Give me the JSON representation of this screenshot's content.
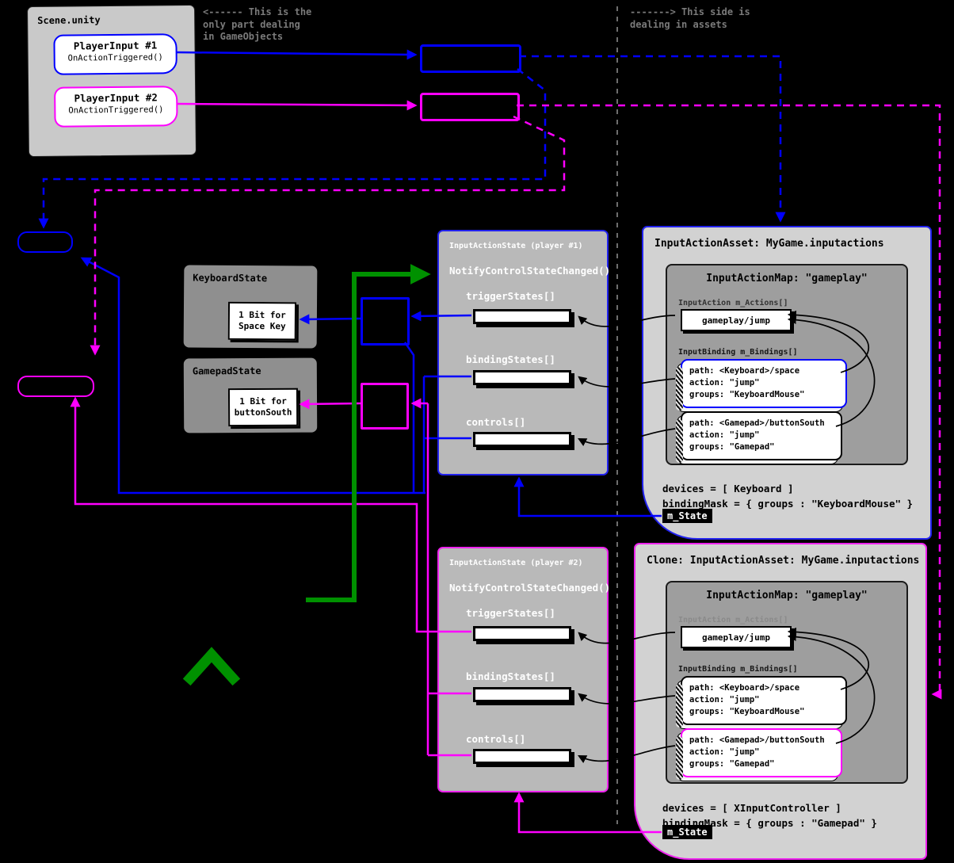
{
  "colors": {
    "player1_blue": "#0000ff",
    "player2_magenta": "#ff00ff",
    "callback_green": "#009100",
    "panel_gray": "#c9c9c9",
    "divider_gray": "#707070"
  },
  "annotations": {
    "left_note": "<------ This is the\nonly part dealing\nin GameObjects",
    "right_note": "-------> This side is\ndealing in assets"
  },
  "scene": {
    "title": "Scene.unity",
    "players": [
      {
        "name": "PlayerInput #1",
        "callback": "OnActionTriggered()"
      },
      {
        "name": "PlayerInput #2",
        "callback": "OnActionTriggered()"
      }
    ]
  },
  "device_states": {
    "keyboard": {
      "title": "KeyboardState",
      "bit": "1 Bit for\nSpace Key"
    },
    "gamepad": {
      "title": "GamepadState",
      "bit": "1 Bit for\nbuttonSouth"
    }
  },
  "action_states": [
    {
      "title": "InputActionState (player #1)",
      "notify": "NotifyControlStateChanged()",
      "arrays": [
        "triggerStates[]",
        "bindingStates[]",
        "controls[]"
      ]
    },
    {
      "title": "InputActionState (player #2)",
      "notify": "NotifyControlStateChanged()",
      "arrays": [
        "triggerStates[]",
        "bindingStates[]",
        "controls[]"
      ]
    }
  ],
  "assets": [
    {
      "title": "InputActionAsset: MyGame.inputactions",
      "map": {
        "title": "InputActionMap: \"gameplay\"",
        "actions_label": "InputAction m_Actions[]",
        "action": "gameplay/jump",
        "bindings_label": "InputBinding m_Bindings[]",
        "bindings": [
          {
            "path": "path: <Keyboard>/space",
            "action": "action: \"jump\"",
            "groups": "groups: \"KeyboardMouse\""
          },
          {
            "path": "path: <Gamepad>/buttonSouth",
            "action": "action: \"jump\"",
            "groups": "groups: \"Gamepad\""
          }
        ]
      },
      "devices": "devices = [ Keyboard ]",
      "binding_mask": "bindingMask = { groups : \"KeyboardMouse\" }",
      "m_state": "m_State"
    },
    {
      "title": "Clone: InputActionAsset: MyGame.inputactions",
      "map": {
        "title": "InputActionMap: \"gameplay\"",
        "actions_label": "InputAction m_Actions[]",
        "action": "gameplay/jump",
        "bindings_label": "InputBinding m_Bindings[]",
        "bindings": [
          {
            "path": "path: <Keyboard>/space",
            "action": "action: \"jump\"",
            "groups": "groups: \"KeyboardMouse\""
          },
          {
            "path": "path: <Gamepad>/buttonSouth",
            "action": "action: \"jump\"",
            "groups": "groups: \"Gamepad\""
          }
        ]
      },
      "devices": "devices = [ XInputController ]",
      "binding_mask": "bindingMask = { groups : \"Gamepad\" }",
      "m_state": "m_State"
    }
  ]
}
